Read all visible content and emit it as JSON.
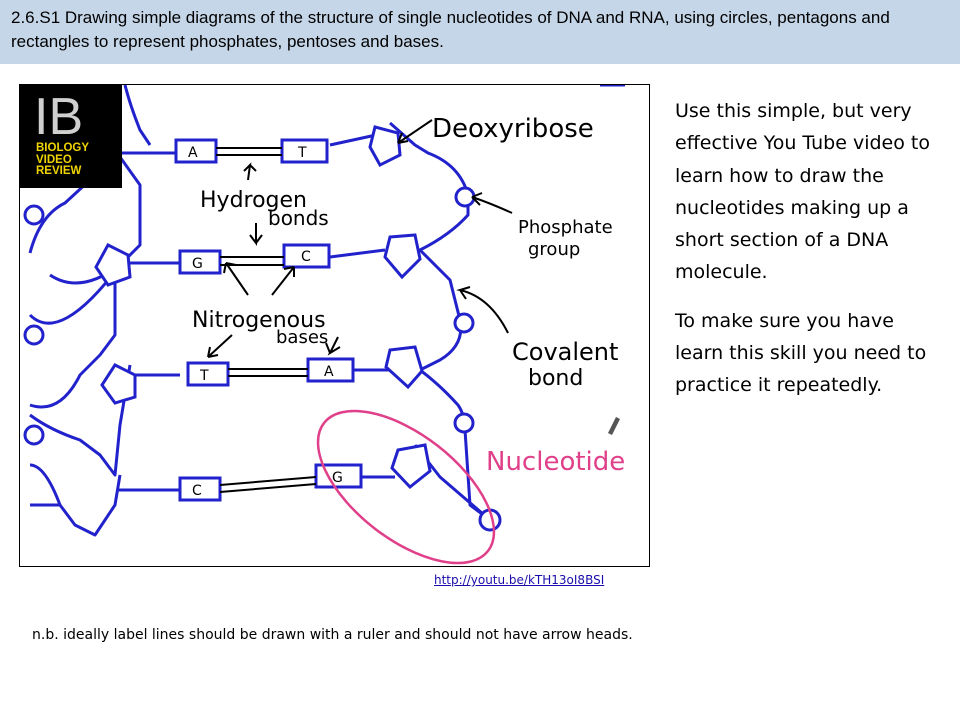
{
  "header": {
    "title": "2.6.S1 Drawing simple diagrams of the structure of single nucleotides of DNA and RNA, using circles, pentagons and rectangles to represent phosphates, pentoses and bases."
  },
  "logo": {
    "letters": "IB",
    "lines": [
      "BIOLOGY",
      "VIDEO",
      "REVIEW"
    ]
  },
  "diagram": {
    "labels": {
      "deoxyribose": "Deoxyribose",
      "hydrogen": "Hydrogen",
      "bonds": "bonds",
      "phosphate": "Phosphate",
      "group": "group",
      "nitrogenous": "Nitrogenous",
      "bases": "bases",
      "covalent": "Covalent",
      "bond": "bond",
      "nucleotide": "Nucleotide"
    },
    "pairs": [
      {
        "left": "A",
        "right": "T"
      },
      {
        "left": "G",
        "right": "C"
      },
      {
        "left": "T",
        "right": "A"
      },
      {
        "left": "C",
        "right": "G"
      }
    ],
    "colors": {
      "strand": "#2222cc",
      "nucleotide_outline": "#e0408a",
      "label": "#000000"
    }
  },
  "link": {
    "text": "http://youtu.be/kTH13oI8BSI"
  },
  "side": {
    "p1": "Use this simple, but very effective You Tube video to learn how to draw the nucleotides making up a short section of a DNA molecule.",
    "p2": "To make sure you have learn this skill you need to practice it repeatedly."
  },
  "note": {
    "text": "n.b. ideally label lines should be drawn with a ruler and should not have arrow heads."
  }
}
